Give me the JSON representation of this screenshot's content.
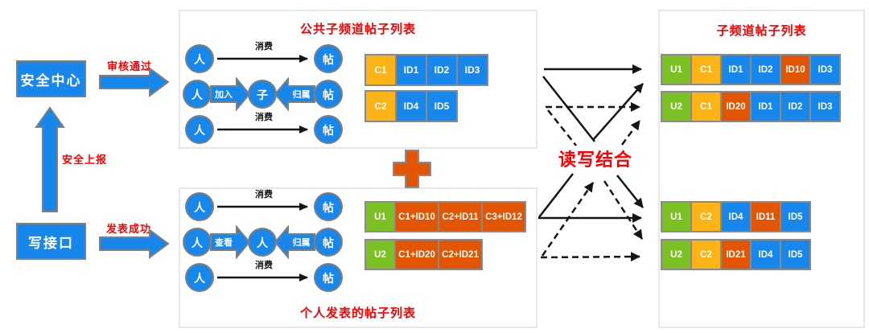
{
  "colors": {
    "blue": "#1787ec",
    "yellow": "#fcb316",
    "green": "#7cc124",
    "red_block": "#e25502",
    "label_red": "#fa0000",
    "arrow_black": "#151515",
    "shape_border": "#7f7f7f"
  },
  "left": {
    "security_center_label": "安全中心",
    "write_api_label": "写接口",
    "review_passed_label": "审核通过",
    "security_report_label": "安全上报",
    "publish_success_label": "发表成功"
  },
  "top_panel": {
    "title": "公共子频道帖子列表",
    "relations": [
      {
        "kind": "line",
        "from": "人",
        "label": "消费",
        "to": "帖"
      },
      {
        "kind": "block",
        "left": "人",
        "left_arrow_label": "加入",
        "center": "子",
        "right_arrow_label": "归属",
        "right": "帖"
      },
      {
        "kind": "line",
        "from": "人",
        "label": "消费",
        "to": "帖"
      }
    ],
    "lists": [
      {
        "cells": [
          {
            "t": "C1",
            "c": "yellow"
          },
          {
            "t": "ID1",
            "c": "blue"
          },
          {
            "t": "ID2",
            "c": "blue"
          },
          {
            "t": "ID3",
            "c": "blue"
          }
        ]
      },
      {
        "cells": [
          {
            "t": "C2",
            "c": "yellow"
          },
          {
            "t": "ID4",
            "c": "blue"
          },
          {
            "t": "ID5",
            "c": "blue"
          }
        ]
      }
    ]
  },
  "bottom_panel": {
    "title": "个人发表的帖子列表",
    "relations": [
      {
        "kind": "line",
        "from": "人",
        "label": "消费",
        "to": "帖"
      },
      {
        "kind": "block",
        "left": "人",
        "left_arrow_label": "查看",
        "center": "人",
        "right_arrow_label": "归属",
        "right": "帖"
      },
      {
        "kind": "line",
        "from": "人",
        "label": "消费",
        "to": "帖"
      }
    ],
    "lists": [
      {
        "cells": [
          {
            "t": "U1",
            "c": "green"
          },
          {
            "t": "C1+ID10",
            "c": "red_block"
          },
          {
            "t": "C2+ID11",
            "c": "red_block"
          },
          {
            "t": "C3+ID12",
            "c": "red_block"
          }
        ]
      },
      {
        "cells": [
          {
            "t": "U2",
            "c": "green"
          },
          {
            "t": "C1+ID20",
            "c": "red_block"
          },
          {
            "t": "C2+ID21",
            "c": "red_block"
          }
        ]
      }
    ]
  },
  "middle": {
    "combine_label": "读写结合",
    "plus_icon": "plus"
  },
  "right_panel": {
    "title": "子频道帖子列表",
    "lists": [
      {
        "cells": [
          {
            "t": "U1",
            "c": "green"
          },
          {
            "t": "C1",
            "c": "yellow"
          },
          {
            "t": "ID1",
            "c": "blue"
          },
          {
            "t": "ID2",
            "c": "blue"
          },
          {
            "t": "ID10",
            "c": "red_block"
          },
          {
            "t": "ID3",
            "c": "blue"
          }
        ]
      },
      {
        "cells": [
          {
            "t": "U2",
            "c": "green"
          },
          {
            "t": "C1",
            "c": "yellow"
          },
          {
            "t": "ID20",
            "c": "red_block"
          },
          {
            "t": "ID1",
            "c": "blue"
          },
          {
            "t": "ID2",
            "c": "blue"
          },
          {
            "t": "ID3",
            "c": "blue"
          }
        ]
      },
      {
        "cells": [
          {
            "t": "U1",
            "c": "green"
          },
          {
            "t": "C2",
            "c": "yellow"
          },
          {
            "t": "ID4",
            "c": "blue"
          },
          {
            "t": "ID11",
            "c": "red_block"
          },
          {
            "t": "ID5",
            "c": "blue"
          }
        ]
      },
      {
        "cells": [
          {
            "t": "U2",
            "c": "green"
          },
          {
            "t": "C2",
            "c": "yellow"
          },
          {
            "t": "ID21",
            "c": "red_block"
          },
          {
            "t": "ID4",
            "c": "blue"
          },
          {
            "t": "ID5",
            "c": "blue"
          }
        ]
      }
    ]
  }
}
